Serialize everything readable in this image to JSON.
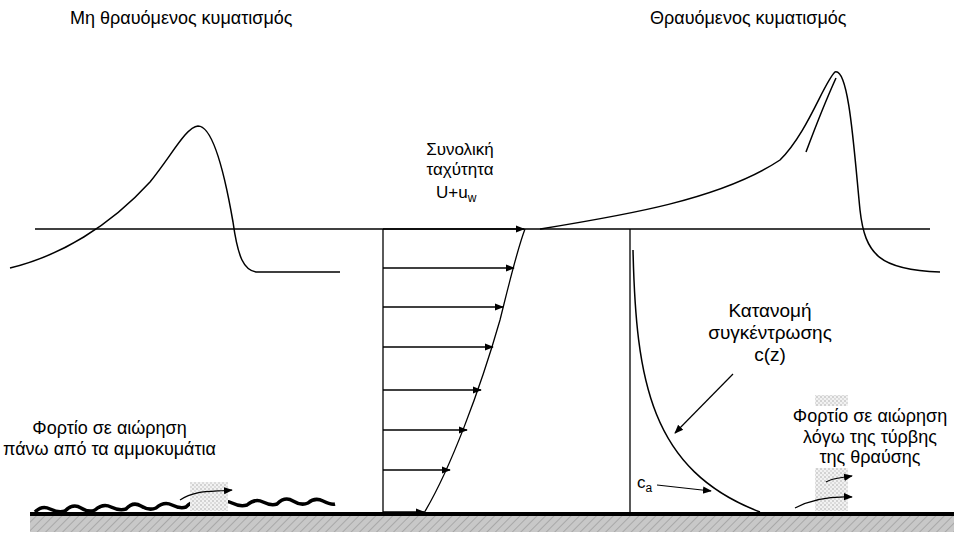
{
  "diagram": {
    "labels": [
      "Μη θραυόμενος κυματισμός",
      "Θραυόμενος κυματισμός",
      "Συνολική ταχύτητα",
      "U+u",
      "w",
      "Κατανομή συγκέντρωσης c(z)",
      "Φορτίο σε αιώρηση πάνω από τα αμμοκυμάτια",
      "Φορτίο σε αιώρηση λόγω της τύρβης της θραύσης",
      "c",
      "a"
    ]
  }
}
